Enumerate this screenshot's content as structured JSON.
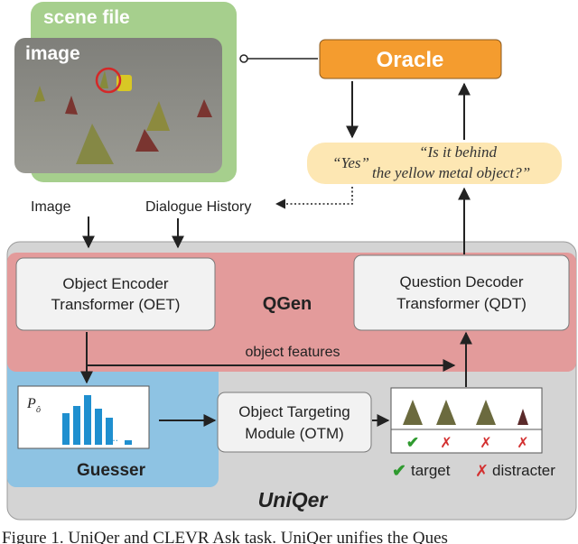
{
  "scene": {
    "scene_file_label": "scene file",
    "image_label": "image"
  },
  "oracle": {
    "label": "Oracle"
  },
  "dialogue": {
    "answer": "“Yes”",
    "question_line1": "“Is it behind",
    "question_line2": "the yellow metal object?”"
  },
  "inputs": {
    "image_label": "Image",
    "history_label": "Dialogue History"
  },
  "uniqer": {
    "label": "UniQer",
    "qgen_label": "QGen",
    "guesser_label": "Guesser",
    "oet_line1": "Object Encoder",
    "oet_line2": "Transformer (OET)",
    "qdt_line1": "Question Decoder",
    "qdt_line2": "Transformer (QDT)",
    "otm_line1": "Object Targeting",
    "otm_line2": "Module (OTM)",
    "object_features_label": "object features",
    "prob_symbol": "P",
    "prob_subscript": "ô"
  },
  "legend": {
    "target_mark": "✔",
    "target_label": "target",
    "distracter_mark": "✗",
    "distracter_label": "distracter"
  },
  "candidates": {
    "marks": [
      "✔",
      "✗",
      "✗",
      "✗"
    ]
  },
  "caption": {
    "text": "Figure 1.  UniQer and CLEVR Ask task. UniQer unifies the Ques"
  },
  "colors": {
    "scene_file_bg": "#a6cf8d",
    "oracle_fill": "#f49c2f",
    "dialogue_fill": "#fde7b3",
    "uniqer_bg": "#d4d4d4",
    "qgen_bg": "#e39b9b",
    "guesser_bg": "#8ec3e3",
    "bar_fill": "#1f8fcf",
    "check_green": "#2f9a2f",
    "cross_red": "#d33030"
  }
}
